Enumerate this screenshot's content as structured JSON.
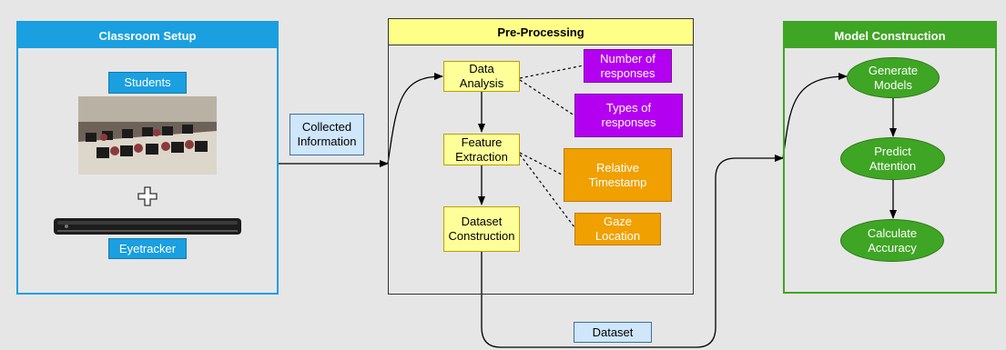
{
  "panels": {
    "classroom": {
      "title": "Classroom Setup",
      "title_bg": "#1a9fe0",
      "border": "#1a9fe0"
    },
    "preprocessing": {
      "title": "Pre-Processing",
      "title_bg": "#ffff88",
      "border": "#333333"
    },
    "model": {
      "title": "Model Construction",
      "title_bg": "#3fa524",
      "border": "#3fa524"
    }
  },
  "classroom": {
    "students_label": "Students",
    "eyetracker_label": "Eyetracker",
    "plus_symbol": "+"
  },
  "connectors": {
    "collected_information": "Collected\nInformation",
    "dataset": "Dataset"
  },
  "preprocessing": {
    "data_analysis": "Data\nAnalysis",
    "feature_extraction": "Feature\nExtraction",
    "dataset_construction": "Dataset\nConstruction",
    "number_of_responses": "Number of\nresponses",
    "types_of_responses": "Types of\nresponses",
    "relative_timestamp": "Relative\nTimestamp",
    "gaze_location": "Gaze\nLocation"
  },
  "model": {
    "generate_models": "Generate\nModels",
    "predict_attention": "Predict\nAttention",
    "calculate_accuracy": "Calculate\nAccuracy"
  },
  "colors": {
    "background": "#e6e6e6",
    "blue": "#1a9fe0",
    "yellow": "#ffff99",
    "purple": "#b400f0",
    "orange": "#f0a000",
    "green": "#3fa524",
    "light_blue": "#cfe6fb"
  }
}
